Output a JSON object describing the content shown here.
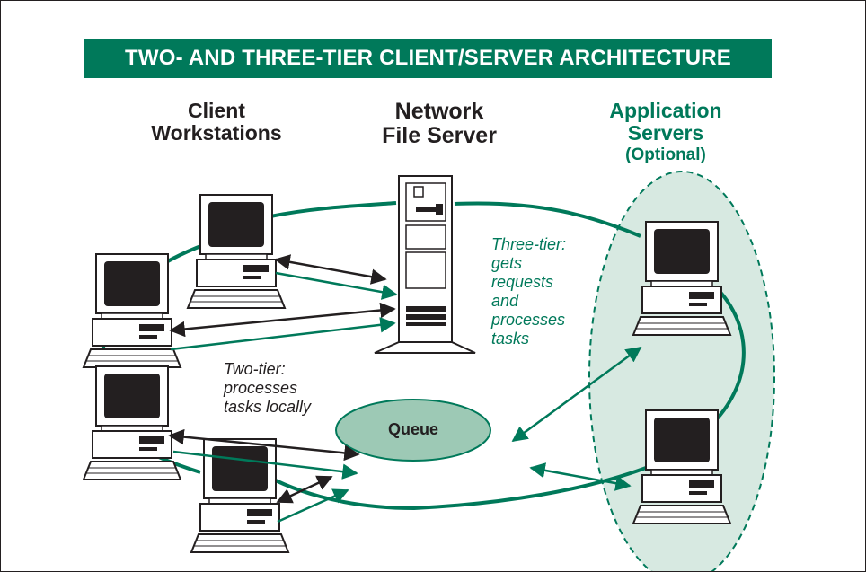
{
  "title": "TWO- AND THREE-TIER CLIENT/SERVER ARCHITECTURE",
  "columns": {
    "clients": {
      "line1": "Client",
      "line2": "Workstations"
    },
    "file_server": {
      "line1": "Network",
      "line2": "File Server"
    },
    "app_servers": {
      "line1": "Application",
      "line2": "Servers",
      "optional": "(Optional)"
    }
  },
  "notes": {
    "three_tier": [
      "Three-tier:",
      "gets",
      "requests",
      "and",
      "processes",
      "tasks"
    ],
    "two_tier": [
      "Two-tier:",
      "processes",
      "tasks locally"
    ]
  },
  "queue_label": "Queue",
  "colors": {
    "green": "#00795a",
    "dark": "#231f20",
    "light_green_fill": "#d7e9e1",
    "queue_fill": "#9dc9b5"
  },
  "icons": [
    "workstation-icon",
    "tower-server-icon"
  ]
}
